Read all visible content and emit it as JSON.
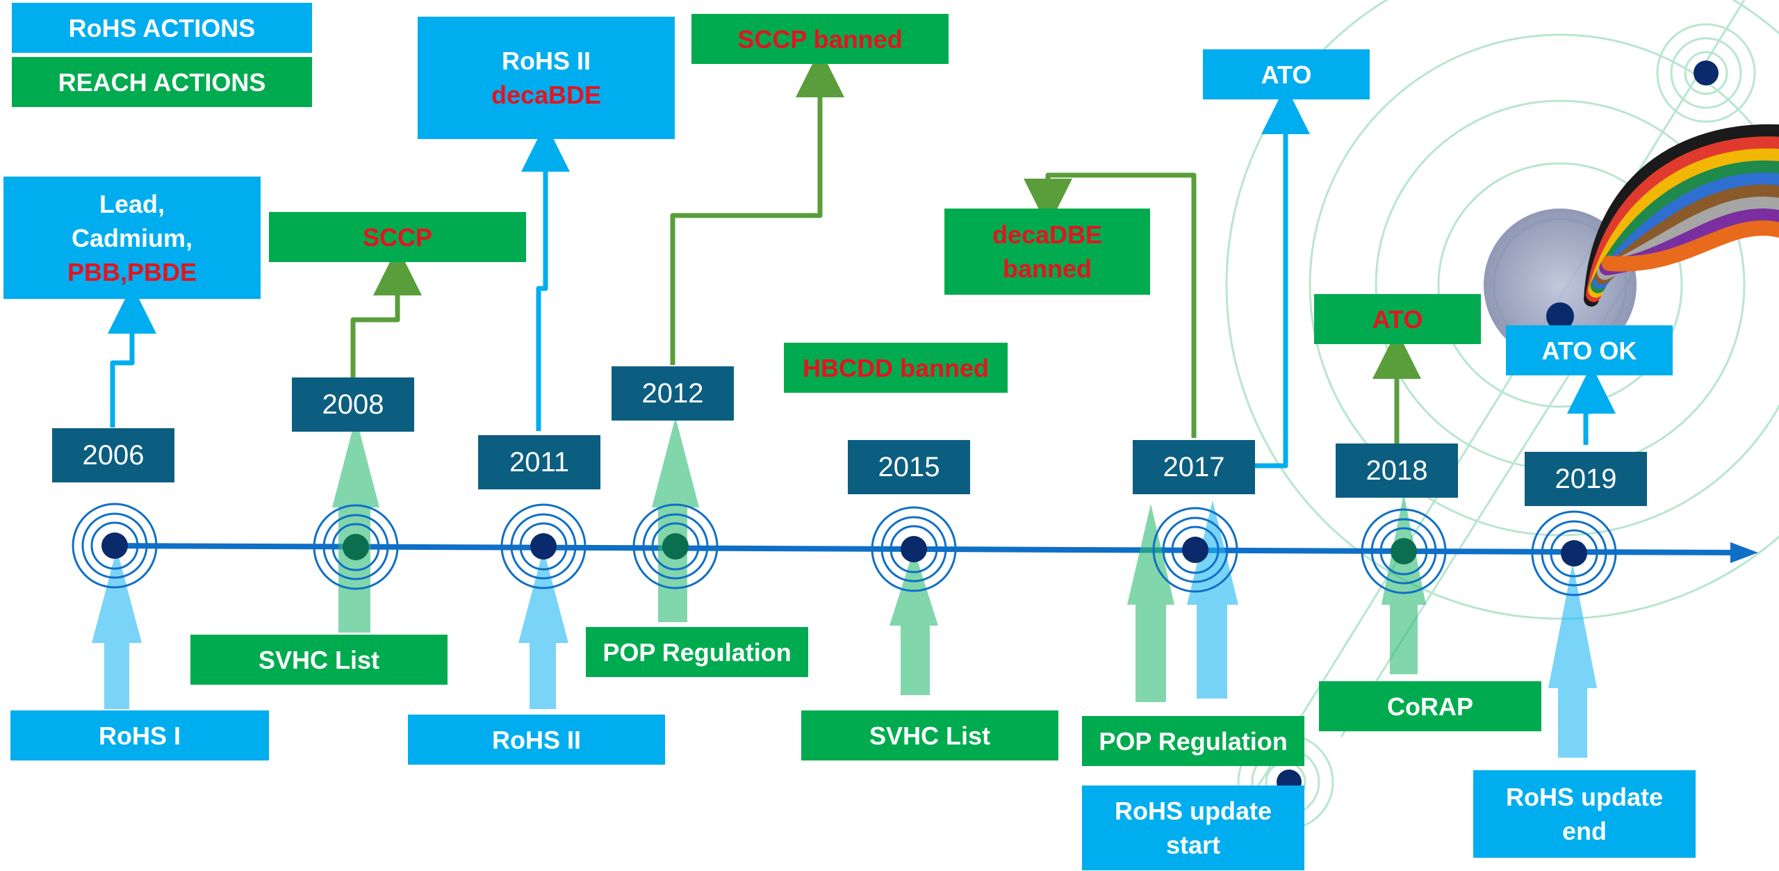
{
  "colors": {
    "rohs": "#00adef",
    "reach": "#00ab4f",
    "year_box": "#0c5e80",
    "banned_text": "#e3141f",
    "timeline": "#0f6fc6"
  },
  "legend": {
    "rohs": "RoHS ACTIONS",
    "reach": "REACH ACTIONS"
  },
  "years": [
    "2006",
    "2008",
    "2011",
    "2012",
    "2015",
    "2017",
    "2018",
    "2019"
  ],
  "rohs_events": {
    "rohs1": "RoHS I",
    "rohs1_sub": {
      "line1": "Lead,",
      "line2": "Cadmium,",
      "line3": "PBB,PBDE"
    },
    "rohs2": "RoHS II",
    "rohs2_sub": {
      "line1": "RoHS II",
      "line2": "decaBDE"
    },
    "update_start": {
      "line1": "RoHS update",
      "line2": "start"
    },
    "ato_2017": "ATO",
    "update_end": {
      "line1": "RoHS update",
      "line2": "end"
    },
    "ato_ok": "ATO OK"
  },
  "reach_events": {
    "svhc_2008": "SVHC List",
    "sccp": "SCCP",
    "pop_2012": "POP Regulation",
    "sccp_banned": "SCCP banned",
    "hbcdd_banned": "HBCDD banned",
    "svhc_2015": "SVHC List",
    "pop_2017": "POP Regulation",
    "decadbe_banned": {
      "line1": "decaDBE",
      "line2": "banned"
    },
    "corap": "CoRAP",
    "ato_2018": "ATO"
  },
  "decoration": {
    "cable_bundle_colors": [
      "#1a1a1a",
      "#e03a2e",
      "#f2b705",
      "#1f8a4c",
      "#2f6fd1",
      "#8a5a2b",
      "#a6a6a6",
      "#7a2ea0",
      "#e86a1c"
    ]
  }
}
